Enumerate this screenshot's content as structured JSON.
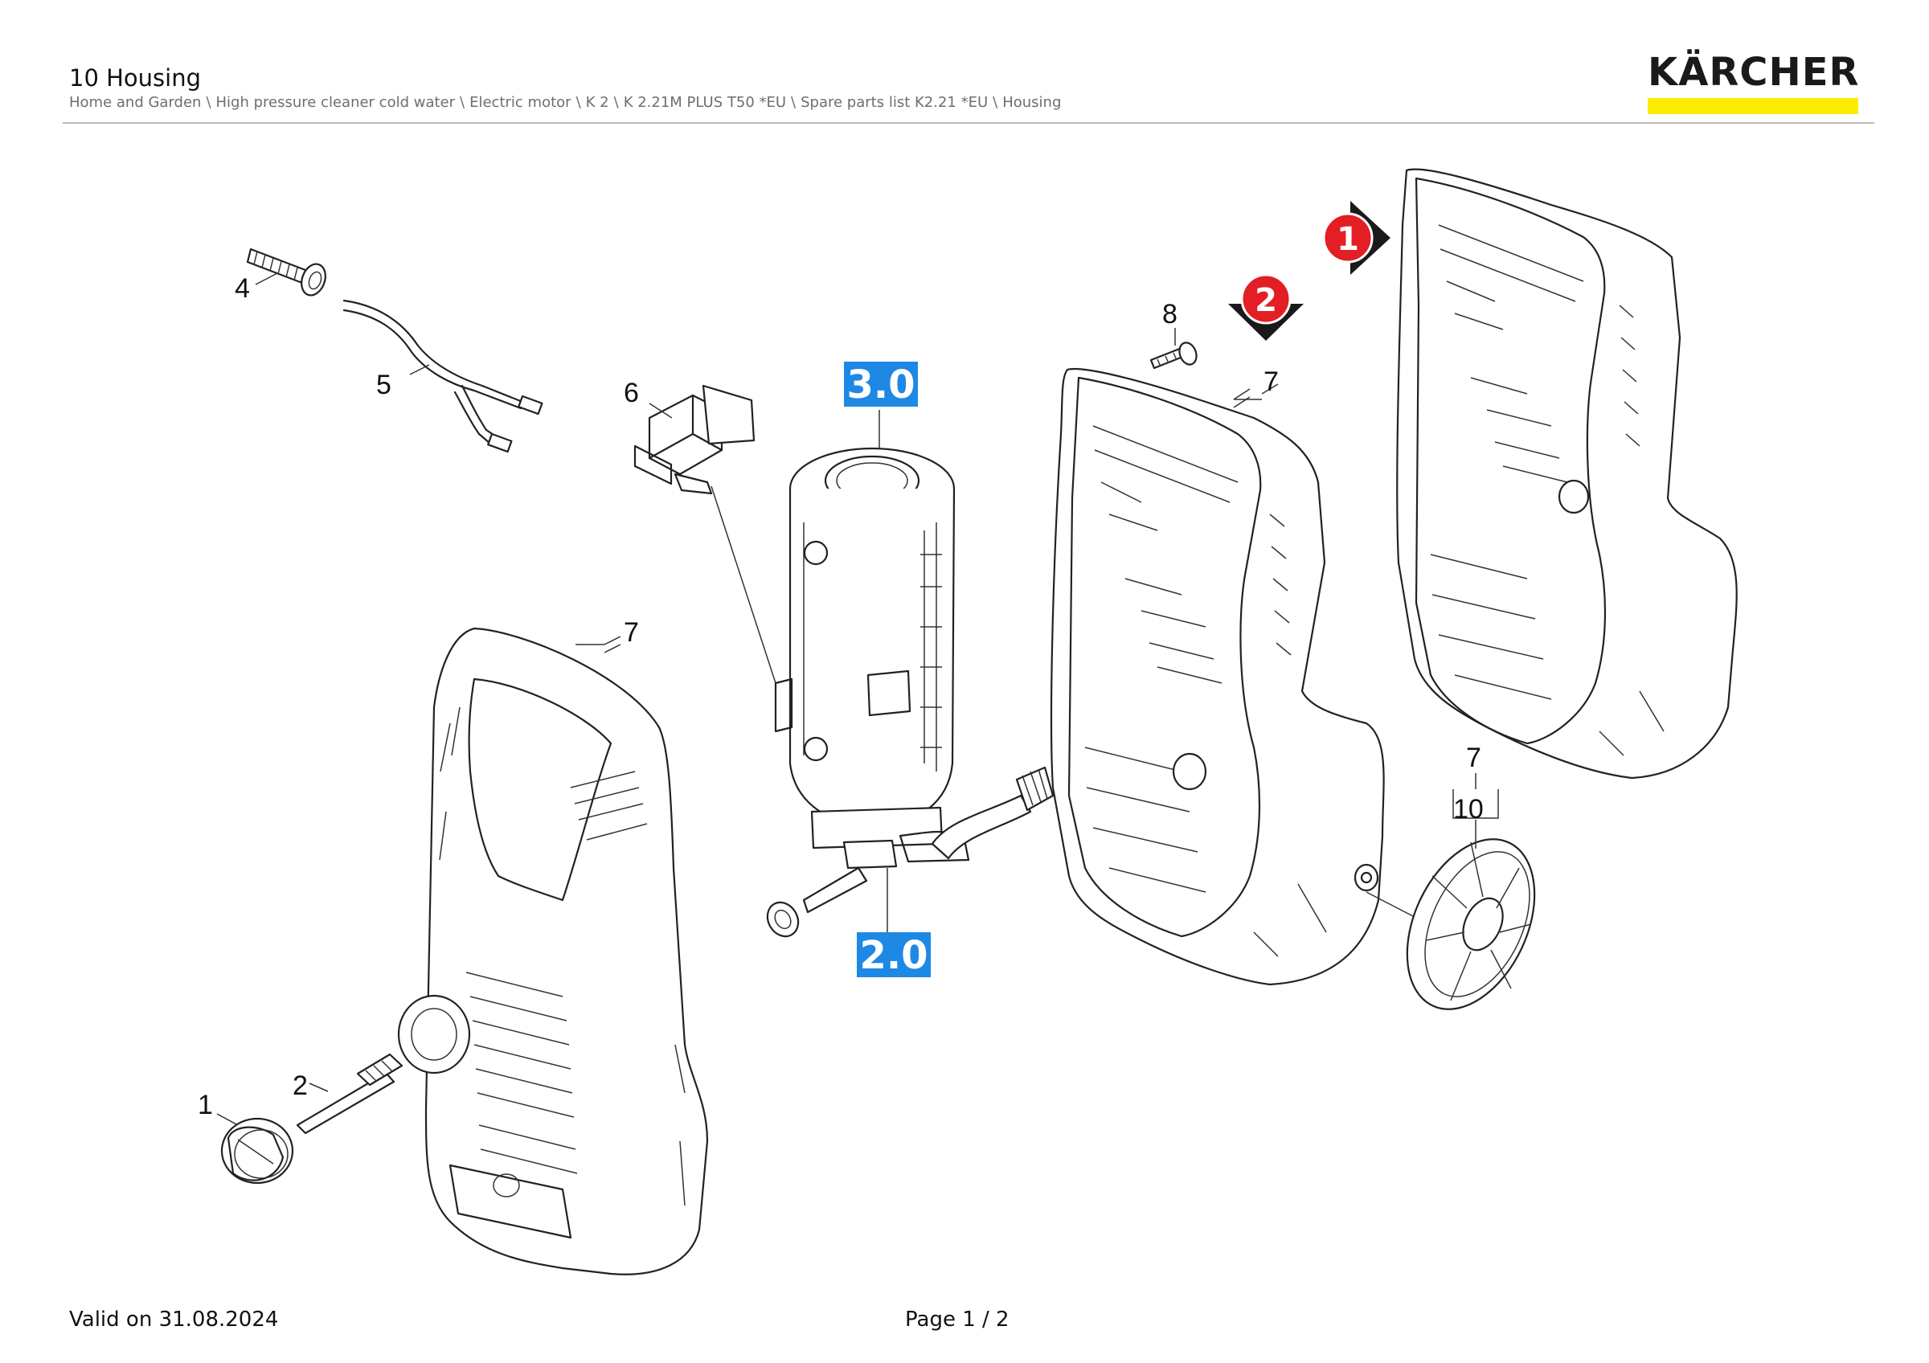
{
  "header": {
    "title": "10 Housing",
    "breadcrumb": [
      "Home and Garden",
      "High pressure cleaner cold water",
      "Electric motor",
      "K 2",
      "K 2.21M PLUS T50 *EU",
      "Spare parts list K2.21 *EU",
      "Housing"
    ],
    "breadcrumb_separator": "\\"
  },
  "logo": {
    "text": "KÄRCHER",
    "bar_color": "#ffed00"
  },
  "diagram": {
    "part_labels": {
      "p1": "1",
      "p2": "2",
      "p4": "4",
      "p5": "5",
      "p6": "6",
      "p7_front": "7",
      "p7_mid": "7",
      "p7_fan": "7",
      "p8": "8",
      "p10": "10"
    },
    "assemblies": [
      {
        "label": "3.0",
        "color": "#1e88e5"
      },
      {
        "label": "2.0",
        "color": "#1e88e5"
      }
    ],
    "markers": [
      {
        "label": "1",
        "color": "#e31e24"
      },
      {
        "label": "2",
        "color": "#e31e24"
      }
    ]
  },
  "footer": {
    "valid": "Valid on 31.08.2024",
    "page": "Page 1 / 2"
  }
}
